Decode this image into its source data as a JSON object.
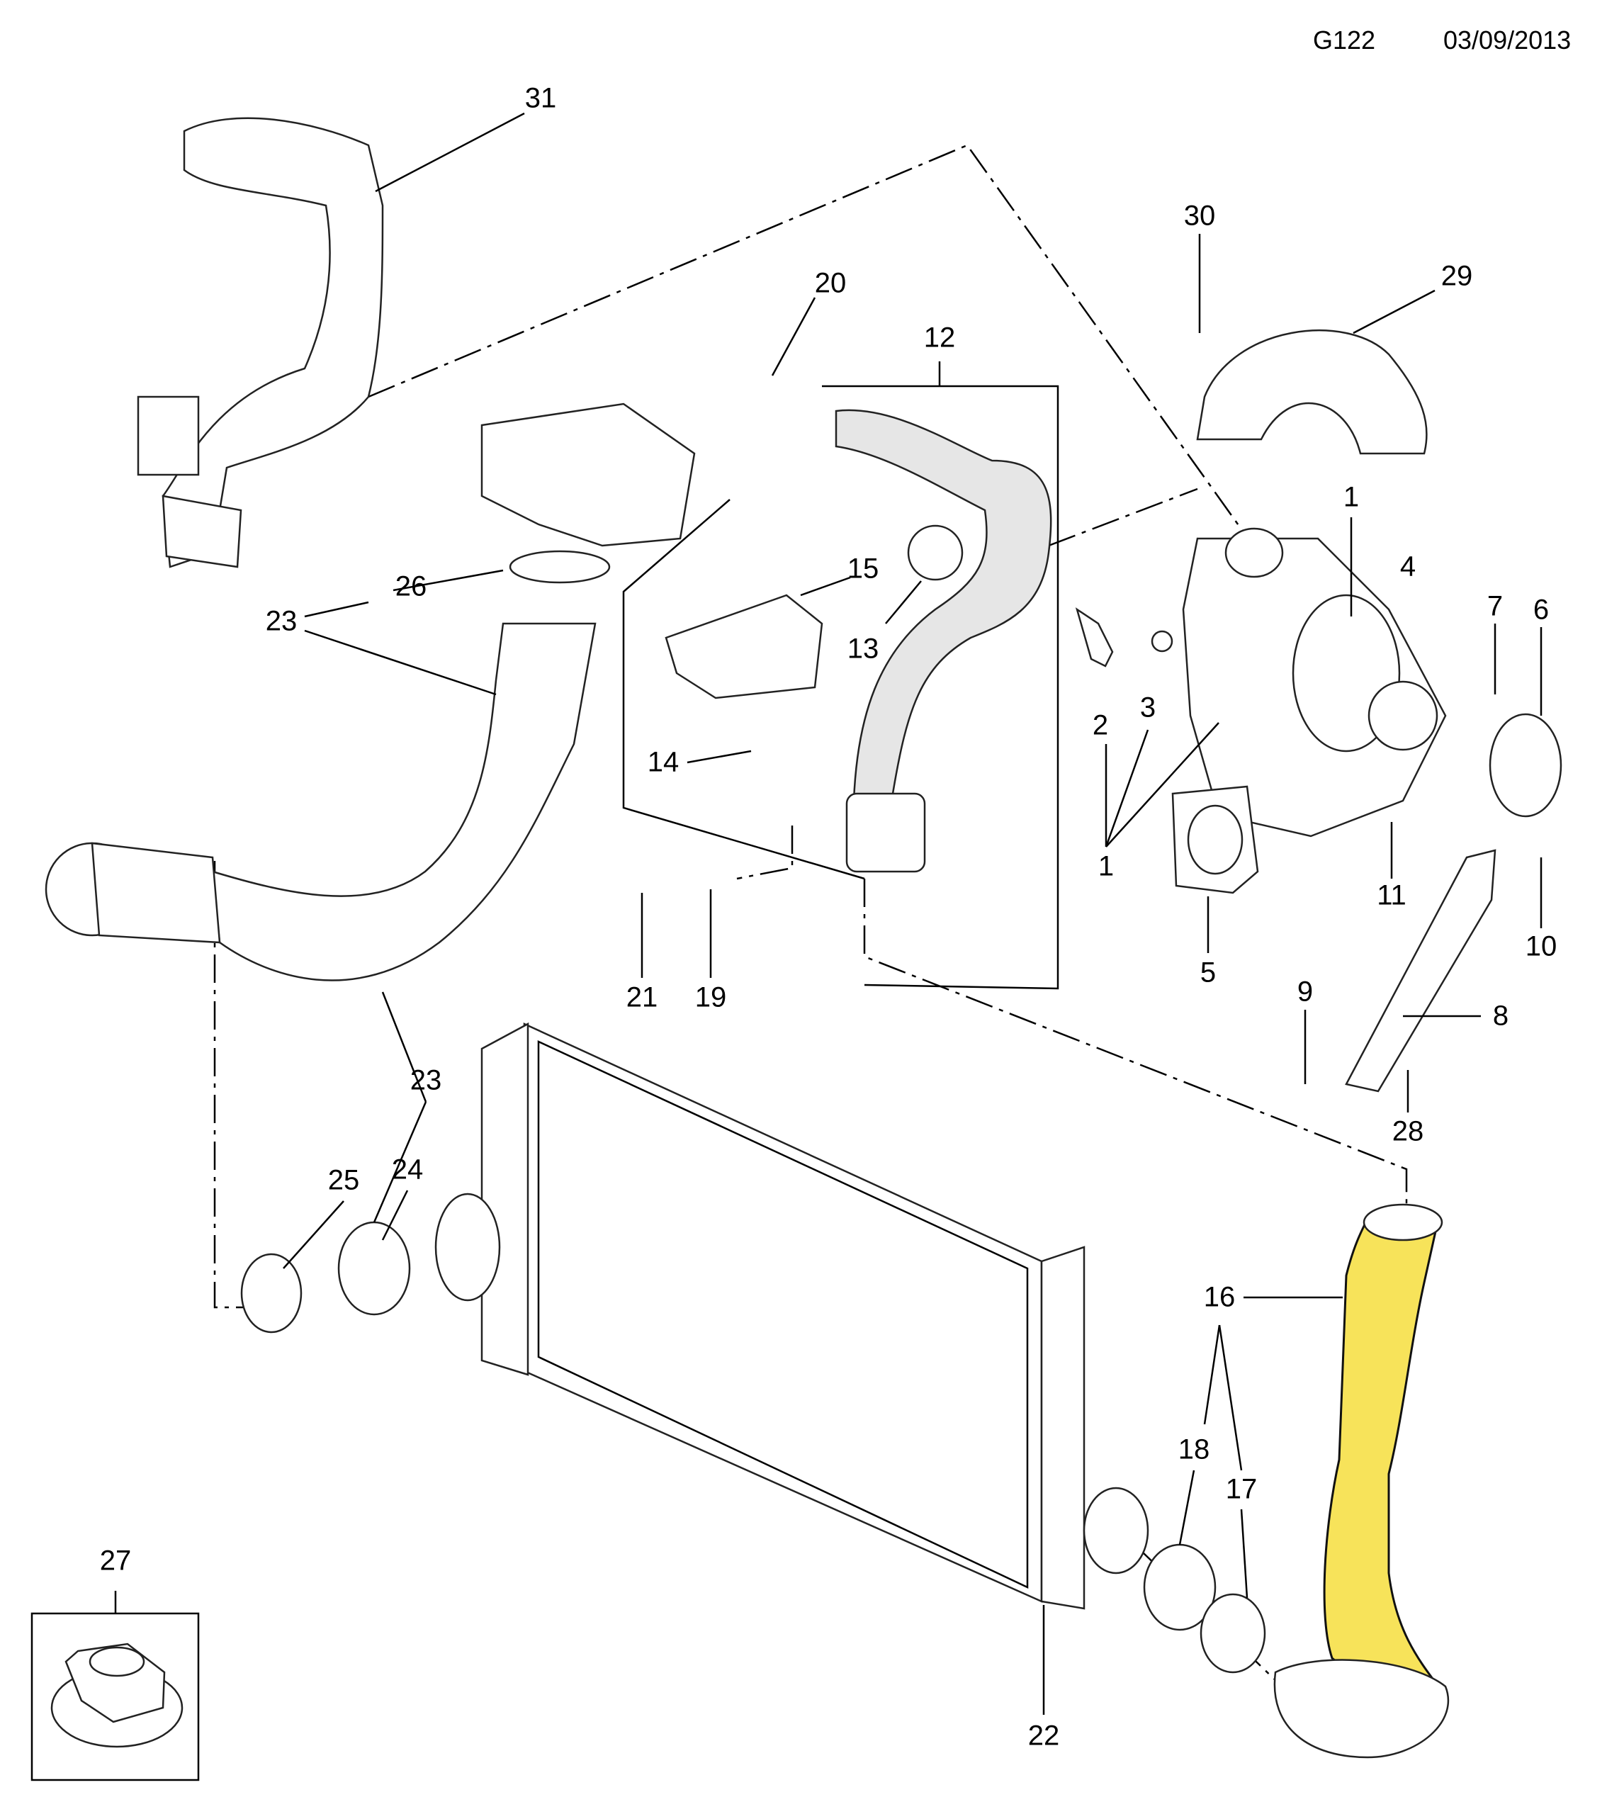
{
  "header": {
    "diagram_code": "G122",
    "date": "03/09/2013"
  },
  "highlight_color": "#f7e35a",
  "callouts": [
    {
      "id": "c31",
      "label": "31"
    },
    {
      "id": "c30",
      "label": "30"
    },
    {
      "id": "c29",
      "label": "29"
    },
    {
      "id": "c20",
      "label": "20"
    },
    {
      "id": "c12",
      "label": "12"
    },
    {
      "id": "c1a",
      "label": "1"
    },
    {
      "id": "c4",
      "label": "4"
    },
    {
      "id": "c15",
      "label": "15"
    },
    {
      "id": "c26",
      "label": "26"
    },
    {
      "id": "c23a",
      "label": "23"
    },
    {
      "id": "c7",
      "label": "7"
    },
    {
      "id": "c6",
      "label": "6"
    },
    {
      "id": "c13",
      "label": "13"
    },
    {
      "id": "c2",
      "label": "2"
    },
    {
      "id": "c3",
      "label": "3"
    },
    {
      "id": "c14",
      "label": "14"
    },
    {
      "id": "c1b",
      "label": "1"
    },
    {
      "id": "c11",
      "label": "11"
    },
    {
      "id": "c10",
      "label": "10"
    },
    {
      "id": "c5",
      "label": "5"
    },
    {
      "id": "c21",
      "label": "21"
    },
    {
      "id": "c19",
      "label": "19"
    },
    {
      "id": "c9",
      "label": "9"
    },
    {
      "id": "c8",
      "label": "8"
    },
    {
      "id": "c28",
      "label": "28"
    },
    {
      "id": "c23b",
      "label": "23"
    },
    {
      "id": "c25",
      "label": "25"
    },
    {
      "id": "c24",
      "label": "24"
    },
    {
      "id": "c16",
      "label": "16"
    },
    {
      "id": "c18",
      "label": "18"
    },
    {
      "id": "c17",
      "label": "17"
    },
    {
      "id": "c27",
      "label": "27"
    },
    {
      "id": "c22",
      "label": "22"
    }
  ]
}
